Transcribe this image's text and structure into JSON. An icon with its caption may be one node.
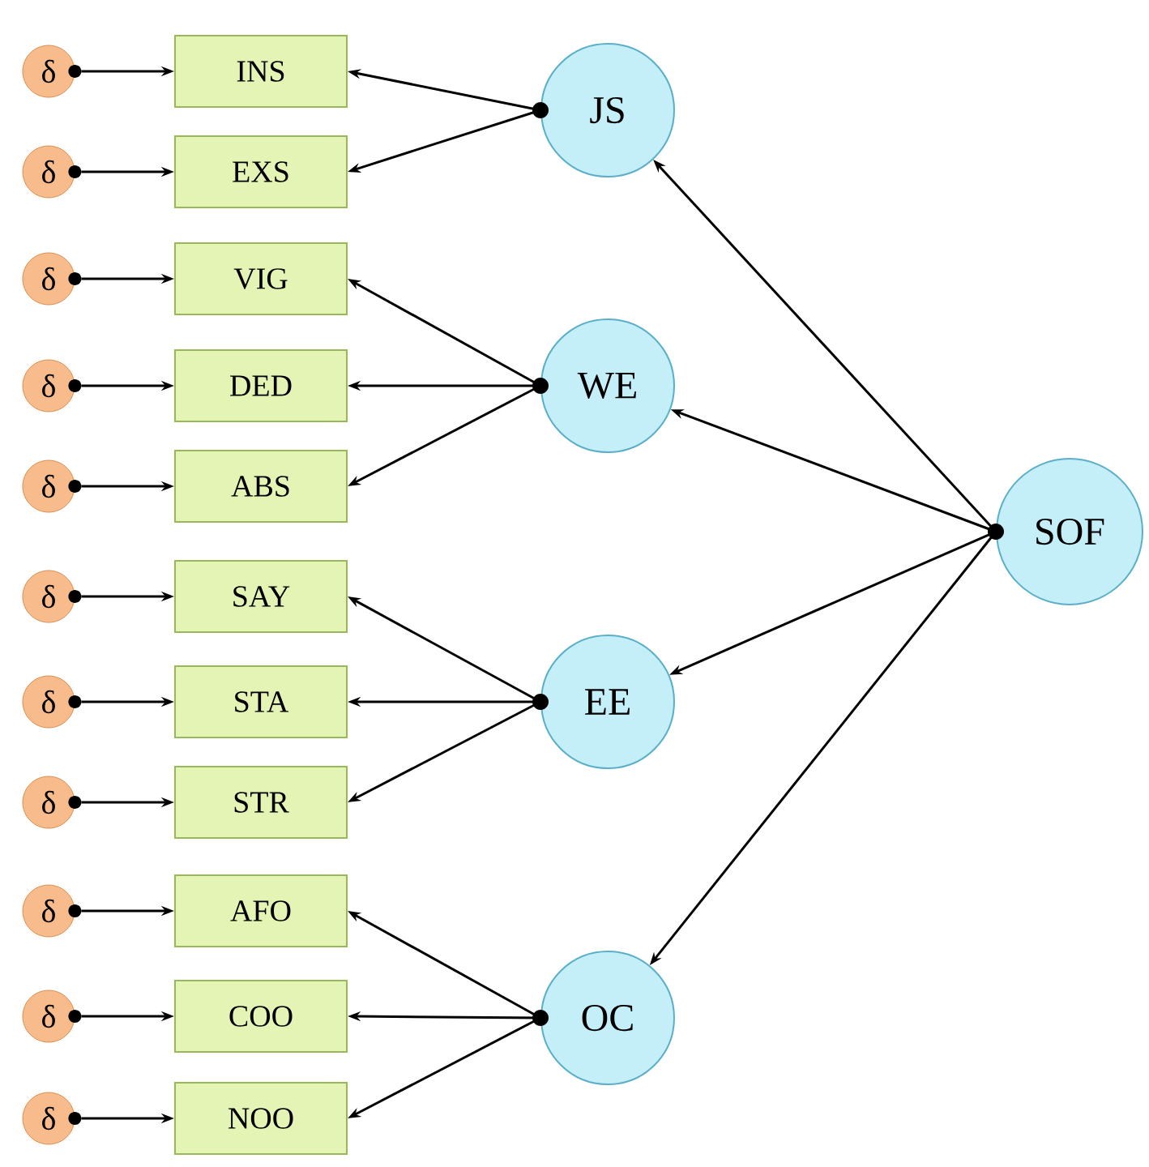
{
  "diagram": {
    "nodes": [
      {
        "text": [
          "δ"
        ]
      },
      {
        "text": [
          "δ"
        ]
      },
      {
        "text": [
          "δ"
        ]
      },
      {
        "text": [
          "δ"
        ]
      },
      {
        "text": [
          "δ"
        ]
      },
      {
        "text": [
          "δ"
        ]
      },
      {
        "text": [
          "δ"
        ]
      },
      {
        "text": [
          "δ"
        ]
      },
      {
        "text": [
          "δ"
        ]
      },
      {
        "text": [
          "δ"
        ]
      },
      {
        "text": [
          "δ"
        ]
      },
      {
        "text": [
          "INS"
        ]
      },
      {
        "text": [
          "EXS"
        ]
      },
      {
        "text": [
          "VIG"
        ]
      },
      {
        "text": [
          "DED"
        ]
      },
      {
        "text": [
          "ABS"
        ]
      },
      {
        "text": [
          "SAY"
        ]
      },
      {
        "text": [
          "STA"
        ]
      },
      {
        "text": [
          "STR"
        ]
      },
      {
        "text": [
          "AFO"
        ]
      },
      {
        "text": [
          "COO"
        ]
      },
      {
        "text": [
          "NOO"
        ]
      },
      {
        "text": [
          "JS"
        ]
      },
      {
        "text": [
          "WE"
        ]
      },
      {
        "text": [
          "EE"
        ]
      },
      {
        "text": [
          "OC"
        ]
      },
      {
        "text": [
          "SOF"
        ]
      }
    ],
    "edges": [
      {
        "from": 0,
        "to": 11,
        "arrow": "to"
      },
      {
        "from": 1,
        "to": 12,
        "arrow": "to"
      },
      {
        "from": 2,
        "to": 13,
        "arrow": "to"
      },
      {
        "from": 3,
        "to": 14,
        "arrow": "to"
      },
      {
        "from": 4,
        "to": 15,
        "arrow": "to"
      },
      {
        "from": 5,
        "to": 16,
        "arrow": "to"
      },
      {
        "from": 6,
        "to": 17,
        "arrow": "to"
      },
      {
        "from": 7,
        "to": 18,
        "arrow": "to"
      },
      {
        "from": 8,
        "to": 19,
        "arrow": "to"
      },
      {
        "from": 9,
        "to": 20,
        "arrow": "to"
      },
      {
        "from": 10,
        "to": 21,
        "arrow": "to"
      },
      {
        "from": 22,
        "to": 11,
        "arrow": "to"
      },
      {
        "from": 22,
        "to": 12,
        "arrow": "to"
      },
      {
        "from": 23,
        "to": 13,
        "arrow": "to"
      },
      {
        "from": 23,
        "to": 14,
        "arrow": "to"
      },
      {
        "from": 23,
        "to": 15,
        "arrow": "to"
      },
      {
        "from": 24,
        "to": 16,
        "arrow": "to"
      },
      {
        "from": 24,
        "to": 17,
        "arrow": "to"
      },
      {
        "from": 24,
        "to": 18,
        "arrow": "to"
      },
      {
        "from": 25,
        "to": 19,
        "arrow": "to"
      },
      {
        "from": 25,
        "to": 20,
        "arrow": "to"
      },
      {
        "from": 25,
        "to": 21,
        "arrow": "to"
      },
      {
        "from": 26,
        "to": 22,
        "arrow": "to"
      },
      {
        "from": 26,
        "to": 23,
        "arrow": "to"
      },
      {
        "from": 26,
        "to": 24,
        "arrow": "to"
      },
      {
        "from": 26,
        "to": 25,
        "arrow": "to"
      }
    ]
  }
}
